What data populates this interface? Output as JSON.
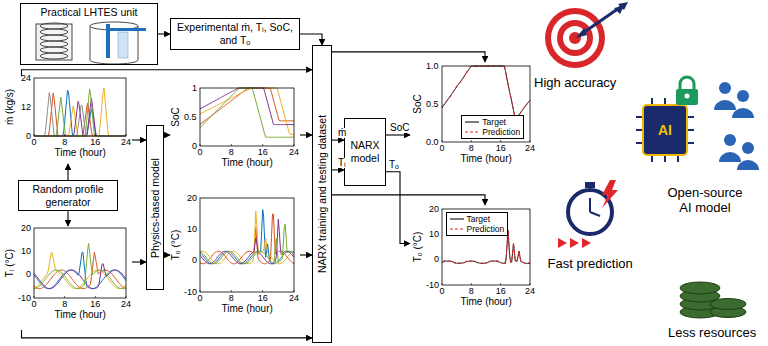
{
  "diagram": {
    "nodes": [
      {
        "text": [
          "Practical LHTES unit"
        ]
      },
      {
        "text": [
          "Experimental ṁ, Tᵢ, SoC, and Tₒ"
        ]
      },
      {
        "text": [
          "ṁ (kg/s)",
          "24",
          "12",
          "0",
          "0",
          "8",
          "16",
          "24",
          "Time (hour)"
        ]
      },
      {
        "text": [
          "Random profile generator"
        ]
      },
      {
        "text": [
          "Tᵢ (°C)",
          "20",
          "10",
          "0",
          "-10",
          "0",
          "8",
          "16",
          "24",
          "Time (hour)"
        ]
      },
      {
        "text": [
          "Physics-based model"
        ]
      },
      {
        "text": [
          "SoC",
          "1",
          "0.5",
          "0",
          "0",
          "8",
          "16",
          "24",
          "Time (hour)"
        ]
      },
      {
        "text": [
          "Tₒ (°C)",
          "20",
          "10",
          "0",
          "-10",
          "0",
          "8",
          "16",
          "24",
          "Time (hour)"
        ]
      },
      {
        "text": [
          "NARX training and testing dataset"
        ]
      },
      {
        "text": [
          "NARX model"
        ]
      },
      {
        "text": [
          "SoC",
          "1.0",
          "0.5",
          "0.0",
          "0",
          "8",
          "16",
          "24",
          "Time (hour)"
        ]
      },
      {
        "text": [
          "Tₒ (°C)",
          "20",
          "10",
          "0",
          "-10",
          "0",
          "8",
          "16",
          "24",
          "Time (hour)"
        ]
      }
    ],
    "edges": [
      {
        "from": 0,
        "to": 1,
        "arrow": "to"
      },
      {
        "from": 1,
        "to": 8,
        "arrow": "to"
      },
      {
        "from": 3,
        "to": 2,
        "arrow": "to"
      },
      {
        "from": 3,
        "to": 4,
        "arrow": "to"
      },
      {
        "from": 2,
        "to": 5,
        "arrow": "to"
      },
      {
        "from": 4,
        "to": 5,
        "arrow": "to"
      },
      {
        "from": 5,
        "to": 6,
        "arrow": "to"
      },
      {
        "from": 5,
        "to": 7,
        "arrow": "to"
      },
      {
        "from": 6,
        "to": 8,
        "arrow": "to"
      },
      {
        "from": 7,
        "to": 8,
        "arrow": "to"
      },
      {
        "from": 2,
        "to": 8,
        "arrow": "to"
      },
      {
        "from": 4,
        "to": 8,
        "arrow": "to"
      },
      {
        "from": 8,
        "to": 9,
        "label": "ṁ",
        "arrow": "to"
      },
      {
        "from": 8,
        "to": 9,
        "label": "Tᵢ",
        "arrow": "to"
      },
      {
        "from": 9,
        "to": 10,
        "label": "SoC",
        "arrow": "to"
      },
      {
        "from": 9,
        "to": 11,
        "label": "Tₒ",
        "arrow": "to"
      },
      {
        "from": 8,
        "to": 10,
        "arrow": "to"
      },
      {
        "from": 8,
        "to": 11,
        "arrow": "to"
      }
    ],
    "labels": [
      "High accuracy",
      "Fast prediction",
      "AI",
      "Open-source AI model",
      "Less resources"
    ],
    "legend": [
      {
        "text": "Target"
      },
      {
        "text": "Prediction"
      },
      {
        "text": "Target"
      },
      {
        "text": "Prediction"
      }
    ]
  }
}
